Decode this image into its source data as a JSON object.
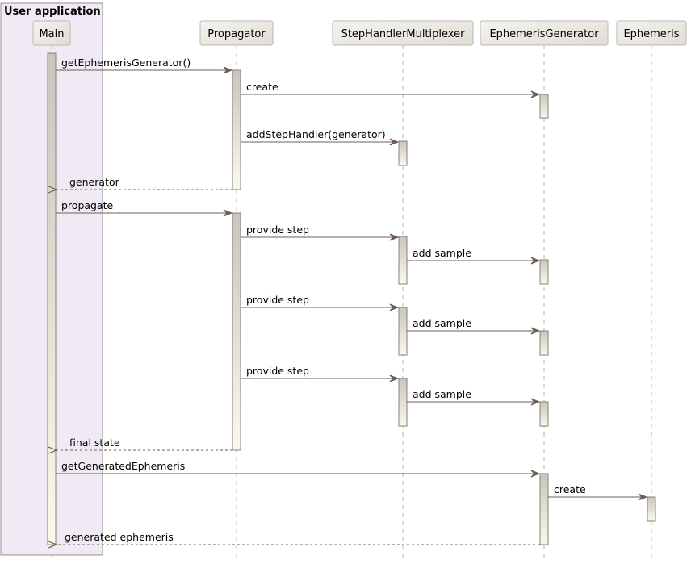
{
  "box": {
    "title": "User application"
  },
  "participants": [
    {
      "id": "main",
      "label": "Main"
    },
    {
      "id": "propagator",
      "label": "Propagator"
    },
    {
      "id": "multiplexer",
      "label": "StepHandlerMultiplexer"
    },
    {
      "id": "generator",
      "label": "EphemerisGenerator"
    },
    {
      "id": "ephemeris",
      "label": "Ephemeris"
    }
  ],
  "messages": [
    {
      "from": "main",
      "to": "propagator",
      "label": "getEphemerisGenerator()",
      "type": "sync"
    },
    {
      "from": "propagator",
      "to": "generator",
      "label": "create",
      "type": "sync"
    },
    {
      "from": "propagator",
      "to": "multiplexer",
      "label": "addStepHandler(generator)",
      "type": "sync"
    },
    {
      "from": "propagator",
      "to": "main",
      "label": "generator",
      "type": "return"
    },
    {
      "from": "main",
      "to": "propagator",
      "label": "propagate",
      "type": "sync"
    },
    {
      "from": "propagator",
      "to": "multiplexer",
      "label": "provide step",
      "type": "sync"
    },
    {
      "from": "multiplexer",
      "to": "generator",
      "label": "add sample",
      "type": "sync"
    },
    {
      "from": "propagator",
      "to": "multiplexer",
      "label": "provide step",
      "type": "sync"
    },
    {
      "from": "multiplexer",
      "to": "generator",
      "label": "add sample",
      "type": "sync"
    },
    {
      "from": "propagator",
      "to": "multiplexer",
      "label": "provide step",
      "type": "sync"
    },
    {
      "from": "multiplexer",
      "to": "generator",
      "label": "add sample",
      "type": "sync"
    },
    {
      "from": "propagator",
      "to": "main",
      "label": "final state",
      "type": "return"
    },
    {
      "from": "main",
      "to": "generator",
      "label": "getGeneratedEphemeris",
      "type": "sync"
    },
    {
      "from": "generator",
      "to": "ephemeris",
      "label": "create",
      "type": "sync"
    },
    {
      "from": "generator",
      "to": "main",
      "label": "generated ephemeris",
      "type": "return"
    }
  ],
  "colors": {
    "arrow": "#6e5f55",
    "participant_fill": "#ececec",
    "participant_border": "#bbb8b0",
    "box_fill": "#f0eaf5",
    "box_border": "#9a8e88",
    "lifeline": "#b8b0a8",
    "activation_border": "#8a8078",
    "activation_fill_top": "#c8c5bc",
    "activation_fill_bottom": "#fbf8ee",
    "text": "#000000"
  }
}
